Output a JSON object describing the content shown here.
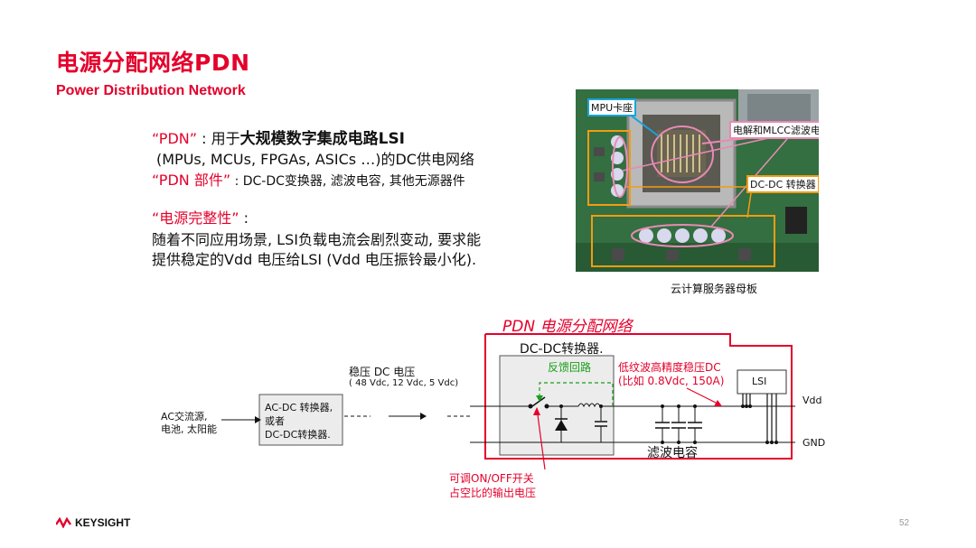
{
  "slide": {
    "title": "电源分配网络PDN",
    "subtitle": "Power Distribution Network",
    "page_number": "52"
  },
  "bullets": {
    "pdn_term": "“PDN”",
    "pdn_sep": " : 用于",
    "pdn_bold": "大规模数字集成电路LSI",
    "pdn_line2": "(MPUs, MCUs, FPGAs, ASICs …)的DC供电网络",
    "parts_term": "“PDN 部件”",
    "parts_text": " : DC-DC变换器, 滤波电容, 其他无源器件",
    "integrity_term": "“电源完整性”",
    "integrity_sep": " :",
    "integrity_line2": "随着不同应用场景, LSI负载电流会剧烈变动, 要求能",
    "integrity_line3": "提供稳定的Vdd 电压给LSI (Vdd 电压振铃最小化)."
  },
  "photo": {
    "label_socket": "MPU卡座",
    "label_caps": "电解和MLCC滤波电容",
    "label_dcdc": "DC-DC 转换器",
    "caption": "云计算服务器母板"
  },
  "diagram": {
    "pdn_title": "PDN 电源分配网络",
    "dcdc_title": "DC-DC转换器.",
    "feedback": "反馈回路",
    "low_ripple_1": "低纹波高精度稳压DC",
    "low_ripple_2": "(比如 0.8Vdc, 150A)",
    "lsi": "LSI",
    "vdd": "Vdd",
    "gnd": "GND",
    "filter_caps": "滤波电容",
    "regulated_1": "稳压 DC 电压",
    "regulated_2": "( 48 Vdc, 12 Vdc, 5 Vdc)",
    "source_1": "AC交流源,",
    "source_2": "电池, 太阳能",
    "conv_1": "AC-DC 转换器,",
    "conv_2": "或者",
    "conv_3": "DC-DC转换器.",
    "switch_1": "可调ON/OFF开关",
    "switch_2": "占空比的输出电压"
  },
  "footer": {
    "brand": "KEYSIGHT"
  },
  "colors": {
    "accent": "#e4002b",
    "callout_blue": "#1aa3d9",
    "callout_pink": "#e88ab4",
    "callout_orange": "#f39c12",
    "board_green": "#2f6e3e"
  }
}
